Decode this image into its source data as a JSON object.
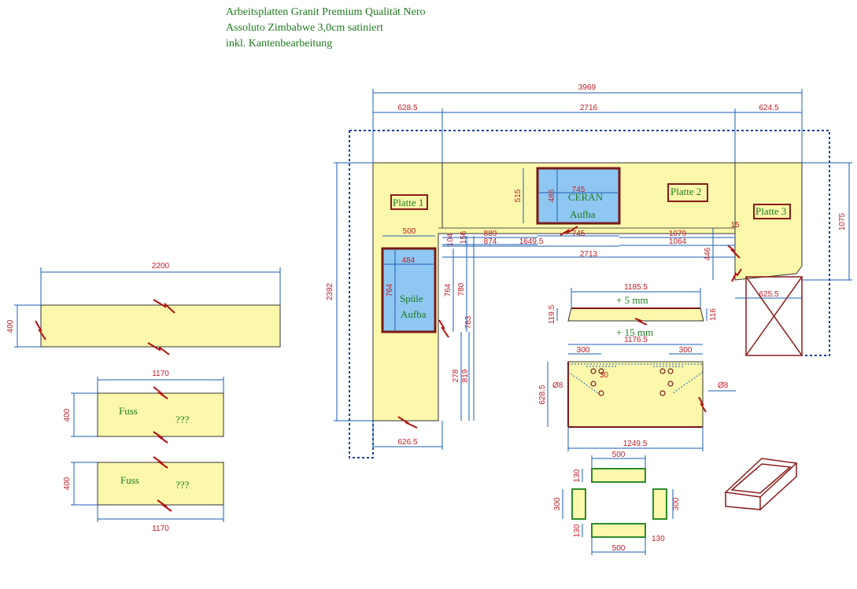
{
  "header": {
    "line1": "Arbeitsplatten Granit Premium Qualität Nero",
    "line2": "Assoluto Zimbabwe 3,0cm satiniert",
    "line3": "inkl. Kantenbearbeitung"
  },
  "main_plan": {
    "total_width": "3969",
    "seg_left": "628.5",
    "seg_mid": "2716",
    "seg_right": "624.5",
    "total_height": "2392",
    "right_height": "1075",
    "bottom_width": "626.5",
    "platte1": "Platte 1",
    "platte2": "Platte 2",
    "platte3": "Platte 3",
    "ceran_label": "CERAN",
    "ceran_sub": "Aufba",
    "spuele_label": "Spüle",
    "spuele_sub": "Aufba",
    "d500": "500",
    "d484": "484",
    "d764a": "764",
    "d764b": "764",
    "d780": "780",
    "d763": "763",
    "d278": "278",
    "d819": "819",
    "d889": "889",
    "d874": "874",
    "d1649": "1649.5",
    "d745a": "745",
    "d745b": "745",
    "d485": "485",
    "d515": "515",
    "d1079": "1079",
    "d1064": "1064",
    "d2713": "2713",
    "d446": "446",
    "d625": "625.5",
    "d104": "104",
    "d156": "156",
    "d15": "15"
  },
  "left_pieces": {
    "p1_width": "2200",
    "p1_height": "400",
    "p2_width": "1170",
    "p2_height": "400",
    "p2_label": "Fuss",
    "p2_q": "???",
    "p3_width": "1170",
    "p3_height": "400",
    "p3_label": "Fuss",
    "p3_q": "???"
  },
  "strip": {
    "width": "1185.5",
    "height": "119.5",
    "plus5": "+ 5 mm",
    "plus15": "+ 15 mm",
    "d116": "116"
  },
  "drill_plate": {
    "top_width": "1176.5",
    "left300": "300",
    "right300": "300",
    "bottom_width": "1249.5",
    "height": "628.5",
    "dia_left": "Ø8",
    "dia_right": "Ø8",
    "d30": "30"
  },
  "small_parts": {
    "top_w": "500",
    "bottom_w": "500",
    "h130a": "130",
    "h130b": "130",
    "h130c": "130",
    "h300a": "300",
    "h300b": "300"
  }
}
